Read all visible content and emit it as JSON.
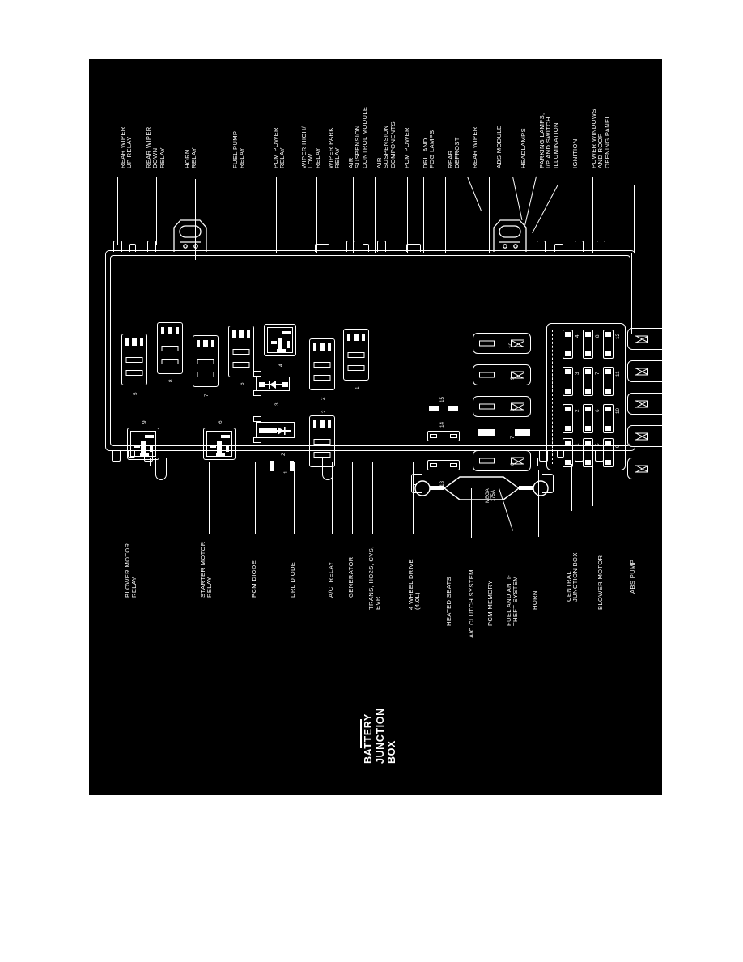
{
  "diagram": {
    "title": "BATTERY\nJUNCTION\nBOX",
    "background_color": "#000000",
    "line_color": "#FFFFFF",
    "mega_fuse": {
      "name": "MEGA",
      "rating": "175A",
      "text": "MEGA\n175A"
    }
  },
  "top_labels": [
    {
      "id": "rear-wiper-up-relay",
      "text": "REAR WIPER\nUP RELAY"
    },
    {
      "id": "rear-wiper-down-relay",
      "text": "REAR WIPER\nDOWN\nRELAY"
    },
    {
      "id": "horn-relay",
      "text": "HORN\nRELAY"
    },
    {
      "id": "fuel-pump-relay",
      "text": "FUEL PUMP\nRELAY"
    },
    {
      "id": "pcm-power-relay",
      "text": "PCM POWER\nRELAY"
    },
    {
      "id": "wiper-high-low-relay",
      "text": "WIPER HIGH/\nLOW\nRELAY"
    },
    {
      "id": "wiper-park-relay",
      "text": "WIPER PARK\nRELAY"
    },
    {
      "id": "air-suspension-control-module",
      "text": "AIR\nSUSPENSION\nCONTROL MODULE"
    },
    {
      "id": "air-suspension-components",
      "text": "AIR\nSUSPENSION\nCOMPONENTS"
    },
    {
      "id": "pcm-power",
      "text": "PCM POWER"
    },
    {
      "id": "drl-and-fog-lamps",
      "text": "DRL  AND\nFOG LAMPS"
    },
    {
      "id": "rear-defrost",
      "text": "REAR\nDEFROST"
    },
    {
      "id": "rear-wiper",
      "text": "REAR WIPER"
    },
    {
      "id": "abs-module",
      "text": "ABS MODULE"
    },
    {
      "id": "headlamps",
      "text": "HEADLAMPS"
    },
    {
      "id": "parking-lamps-ip-and-switch-illumination",
      "text": "PARKING LAMPS,\nI/P AND SWITCH\nILLUMINATION"
    },
    {
      "id": "ignition",
      "text": "IGNITION"
    },
    {
      "id": "power-windows-and-roof-opening-panel",
      "text": "POWER WINDOWS\nAND ROOF\nOPENING PANEL"
    }
  ],
  "bottom_labels": [
    {
      "id": "blower-motor-relay",
      "text": "BLOWER MOTOR\nRELAY"
    },
    {
      "id": "starter-motor-relay",
      "text": "STARTER MOTOR\nRELAY"
    },
    {
      "id": "pcm-diode",
      "text": "PCM DIODE"
    },
    {
      "id": "drl-diode",
      "text": "DRL DIODE"
    },
    {
      "id": "ac-relay",
      "text": "A/C  RELAY"
    },
    {
      "id": "generator",
      "text": "GENERATOR"
    },
    {
      "id": "trans-ho2s-cvs-evr",
      "text": "TRANS, HO2S, CVS,\nEVR"
    },
    {
      "id": "four-wheel-drive",
      "text": "4 WHEEL DRIVE\n(4.0L)"
    },
    {
      "id": "heated-seats",
      "text": "HEATED SEATS"
    },
    {
      "id": "ac-clutch-system",
      "text": "A/C CLUTCH SYSTEM"
    },
    {
      "id": "pcm-memory",
      "text": "PCM MEMORY"
    },
    {
      "id": "fuel-and-anti-theft-system",
      "text": "FUEL AND ANTI-\nTHEFT SYSTEM"
    },
    {
      "id": "horn",
      "text": "HORN"
    },
    {
      "id": "central-junction-box",
      "text": "CENTRAL\nJUNCTION BOX"
    },
    {
      "id": "blower-motor",
      "text": "BLOWER MOTOR"
    },
    {
      "id": "abs-pump",
      "text": "ABS PUMP"
    }
  ],
  "cavity_numbers": {
    "relays_top_row": [
      "5",
      "8",
      "7",
      "6",
      "4",
      "3",
      "2"
    ],
    "relays_bottom_row": [
      "9",
      "6"
    ],
    "diodes": [
      "3",
      "2"
    ],
    "small_links": [
      "1",
      "15",
      "14",
      "13"
    ],
    "maxi_fuses": [
      "10",
      "9",
      "8",
      "7",
      "6"
    ],
    "center_block": [
      "4",
      "8",
      "12",
      "3",
      "7",
      "11",
      "2",
      "6",
      "10",
      "1",
      "5",
      "9"
    ],
    "cartridges": [
      "5",
      "4",
      "3",
      "2",
      "1"
    ]
  }
}
